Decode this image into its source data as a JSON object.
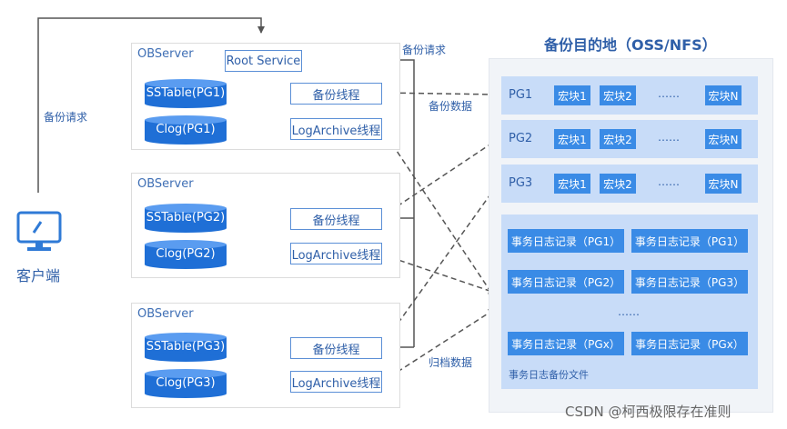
{
  "client": {
    "label": "客户端"
  },
  "left_request_label": "备份请求",
  "right_request_label": "备份请求",
  "backup_data_label": "备份数据",
  "archive_data_label": "归档数据",
  "root_service_label": "Root Service",
  "servers": [
    {
      "title": "OBServer",
      "sstable": "SSTable(PG1)",
      "clog": "Clog(PG1)",
      "backup_thread": "备份线程",
      "archive_thread": "LogArchive线程"
    },
    {
      "title": "OBServer",
      "sstable": "SSTable(PG2)",
      "clog": "Clog(PG2)",
      "backup_thread": "备份线程",
      "archive_thread": "LogArchive线程"
    },
    {
      "title": "OBServer",
      "sstable": "SSTable(PG3)",
      "clog": "Clog(PG3)",
      "backup_thread": "备份线程",
      "archive_thread": "LogArchive线程"
    }
  ],
  "destination": {
    "title": "备份目的地（OSS/NFS）",
    "pg_rows": [
      {
        "label": "PG1",
        "blocks": [
          "宏块1",
          "宏块2",
          "……",
          "宏块N"
        ]
      },
      {
        "label": "PG2",
        "blocks": [
          "宏块1",
          "宏块2",
          "……",
          "宏块N"
        ]
      },
      {
        "label": "PG3",
        "blocks": [
          "宏块1",
          "宏块2",
          "……",
          "宏块N"
        ]
      }
    ],
    "log_records": [
      [
        "事务日志记录（PG1）",
        "事务日志记录（PG1）"
      ],
      [
        "事务日志记录（PG2）",
        "事务日志记录（PG3）"
      ],
      [
        "事务日志记录（PGx）",
        "事务日志记录（PGx）"
      ]
    ],
    "log_dots": "……",
    "log_footer": "事务日志备份文件"
  },
  "watermark": "CSDN @柯西极限存在准则",
  "colors": {
    "primary_blue": "#3a8be6",
    "light_blue": "#c8dcf8",
    "text_blue": "#2f5fa8",
    "line_gray": "#555555"
  }
}
